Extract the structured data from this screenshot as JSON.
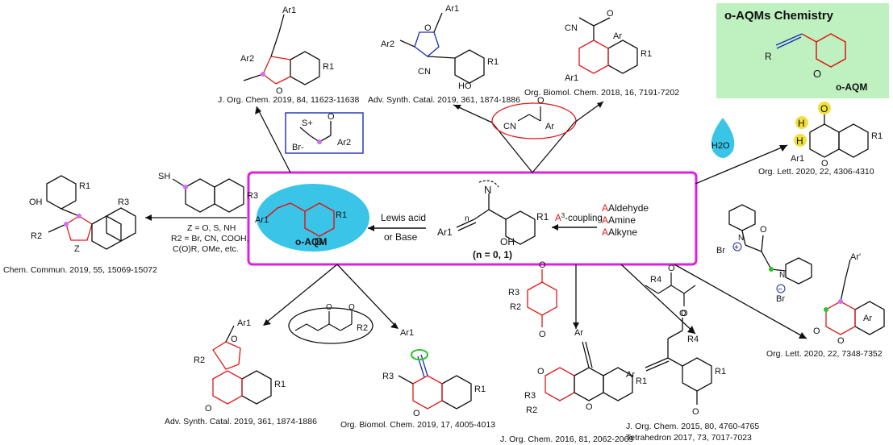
{
  "title_box": {
    "title": "o-AQMs Chemistry",
    "caption": "o-AQM",
    "substituent": "R",
    "atom_o": "O"
  },
  "center": {
    "reactant_caption": "(n = 0, 1)",
    "atom_n": "N",
    "oh": "OH",
    "r1": "R1",
    "ar1": "Ar1",
    "n": "n",
    "a3_left": {
      "line1": "Aldehyde",
      "line2": "Amine",
      "line3": "Alkyne",
      "arrow_label": "A3-coupling"
    },
    "arrow_mid": {
      "line1": "Lewis acid",
      "line2": "or Base"
    },
    "product_caption": "o-AQM",
    "product_o": "O",
    "product_r1": "R1",
    "product_ar1": "Ar1"
  },
  "left": {
    "reagent_sh": "SH",
    "reagent_r3": "R3",
    "conditions": [
      "Z = O, S, NH",
      "R2 = Br, CN, COOH,",
      "C(O)R, OMe, etc."
    ],
    "product": {
      "oh": "OH",
      "r1": "R1",
      "r2": "R2",
      "r3": "R3",
      "z": "Z"
    },
    "reference": "Chem. Commun. 2019, 55, 15069-15072"
  },
  "top": {
    "ylide": {
      "s": "S+",
      "br": "Br-",
      "ar2": "Ar2",
      "o": "O"
    },
    "dihydrobenzofuran": {
      "ar1": "Ar1",
      "ar2": "Ar2",
      "r1": "R1",
      "o": "O"
    },
    "dihydrobenzofuran_ref": "J. Org. Chem. 2019, 84, 11623-11638",
    "furan": {
      "ar1": "Ar1",
      "ar2": "Ar2",
      "r1": "R1",
      "cn": "CN",
      "oh": "HO",
      "o": "O"
    },
    "furan_ref": "Adv. Synth. Catal. 2019, 361, 1874-1886",
    "chromene": {
      "ar": "Ar",
      "ar1": "Ar1",
      "cn": "CN",
      "r1": "R1",
      "o": "O"
    },
    "chromene_ref": "Org. Biomol. Chem. 2018, 16, 7191-7202",
    "reagent": {
      "ar": "Ar",
      "cn": "CN",
      "o": "O"
    }
  },
  "right": {
    "water": "H2O",
    "chromanone": {
      "h1": "H",
      "h2": "H",
      "o": "O",
      "o2": "O",
      "ar1": "Ar1",
      "r1": "R1"
    },
    "chromanone_ref": "Org. Lett. 2020, 22, 4306-4310",
    "pyridinium": {
      "br1": "Br",
      "br2": "Br",
      "n1": "N",
      "n2": "N",
      "o": "O",
      "plus": "+",
      "minus": "−"
    },
    "coumarin": {
      "ar1": "Ar'",
      "ar": "Ar",
      "o": "O",
      "o2": "O"
    },
    "coumarin_ref": "Org. Lett. 2020, 22, 7348-7352"
  },
  "bottom": {
    "ester_reagent": {
      "r2": "R2",
      "o": "O"
    },
    "furocoumarin": {
      "ar1": "Ar1",
      "r1": "R1",
      "r2": "R2",
      "o": "O"
    },
    "furocoumarin_ref": "Adv. Synth. Catal. 2019, 361, 1874-1886",
    "coumarin3": {
      "ar1": "Ar1",
      "r1": "R1",
      "r3": "R3",
      "o": "O"
    },
    "coumarin3_ref": "Org. Biomol. Chem. 2019, 17, 4005-4013",
    "dione": {
      "r2": "R2",
      "r3": "R3",
      "o": "O"
    },
    "xanthenone": {
      "ar": "Ar",
      "r1": "R1",
      "r2": "R2",
      "r3": "R3",
      "o": "O"
    },
    "xanthenone_ref": "J. Org. Chem. 2016, 81, 2062-2069",
    "diketone": {
      "r4": "R4",
      "o": "O"
    },
    "adduct": {
      "ar": "Ar",
      "r1": "R1",
      "r4": "R4",
      "o": "O"
    },
    "adduct_ref_1": "J. Org. Chem. 2015, 80, 4760-4765",
    "adduct_ref_2": "Tetrahedron 2017, 73, 7017-7023"
  },
  "colors": {
    "magenta": "#e020e0",
    "red": "#e01818",
    "blue": "#1a2fb0",
    "cyan": "#39c4e8",
    "green_box": "#bff0bf",
    "highlight": "#f0e040",
    "purple_dot": "#d070f0",
    "green_dot": "#30c030"
  }
}
